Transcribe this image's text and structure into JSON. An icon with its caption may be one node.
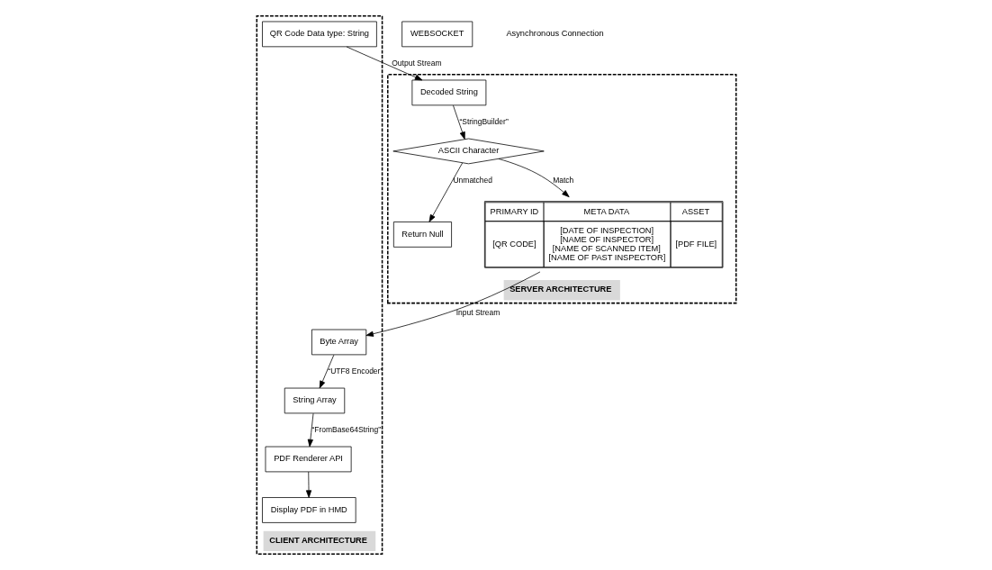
{
  "diagram": {
    "nodes": [
      {
        "text": [
          "CLIENT ARCHITECTURE"
        ]
      },
      {
        "text": [
          "QR Code Data type: String"
        ],
        "in": 0
      },
      {
        "text": [
          "Byte Array"
        ],
        "in": 0
      },
      {
        "text": [
          "String Array"
        ],
        "in": 0
      },
      {
        "text": [
          "PDF Renderer API"
        ],
        "in": 0
      },
      {
        "text": [
          "Display PDF in HMD"
        ],
        "in": 0
      },
      {
        "text": [
          "WEBSOCKET"
        ]
      },
      {
        "text": [
          "SERVER ARCHITECTURE"
        ]
      },
      {
        "text": [
          "Decoded String"
        ],
        "in": 7
      },
      {
        "text": [
          "ASCII Character"
        ],
        "in": 7
      },
      {
        "text": [
          "Return Null"
        ],
        "in": 7
      },
      {
        "text": [
          "PRIMARY ID",
          "META DATA",
          "ASSET",
          "[QR CODE]",
          "[DATE OF INSPECTION]",
          "[NAME OF INSPECTOR]",
          "[NAME OF SCANNED ITEM]",
          "[NAME OF PAST INSPECTOR]",
          "[PDF FILE]"
        ],
        "in": 7
      }
    ],
    "edges": [
      {
        "from": 1,
        "to": 8,
        "arrow": "to",
        "label": "Output Stream"
      },
      {
        "from": 8,
        "to": 9,
        "arrow": "to",
        "label": "“StringBuilder”"
      },
      {
        "from": 9,
        "to": 10,
        "arrow": "to",
        "label": "Unmatched"
      },
      {
        "from": 9,
        "to": 11,
        "arrow": "to",
        "label": "Match"
      },
      {
        "from": 11,
        "to": 2,
        "arrow": "to",
        "label": "Input Stream"
      },
      {
        "from": 2,
        "to": 3,
        "arrow": "to",
        "label": "“UTF8 Encoder”"
      },
      {
        "from": 3,
        "to": 4,
        "arrow": "to",
        "label": "“FromBase64String”"
      },
      {
        "from": 4,
        "to": 5,
        "arrow": "to"
      }
    ],
    "labels": [
      "Asynchronous Connection"
    ]
  }
}
